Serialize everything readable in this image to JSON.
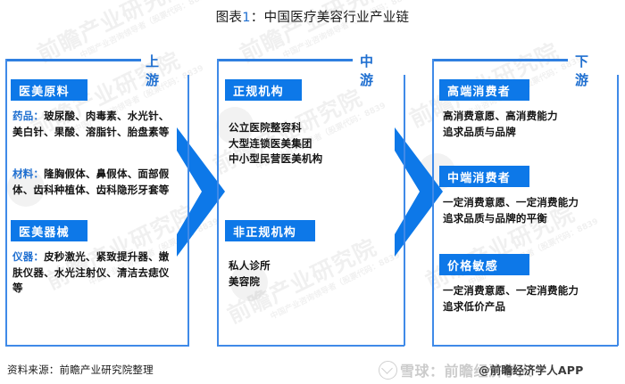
{
  "title": {
    "prefix": "图表",
    "number": "1",
    "separator": "：",
    "text": "中国医疗美容行业产业链"
  },
  "colors": {
    "accent_blue": "#0d78e8",
    "border_blue": "#2f7fe0",
    "label_blue": "#1f6fd0",
    "text_dark": "#141414"
  },
  "columns": [
    {
      "id": "upstream",
      "stage_label": "上游",
      "sections": [
        {
          "header": "医美原料",
          "blocks": [
            {
              "label": "药品：",
              "text": "玻尿酸、肉毒素、水光针、美白针、果酸、溶脂针、胎盘素等"
            },
            {
              "label": "材料：",
              "text": "隆胸假体、鼻假体、面部假体、齿科种植体、齿科隐形牙套等"
            }
          ]
        },
        {
          "header": "医美器械",
          "blocks": [
            {
              "label": "仪器：",
              "text": "皮秒激光、紧致提升器、嫩肤仪器、水光注射仪、清洁去痣仪等"
            }
          ]
        }
      ]
    },
    {
      "id": "midstream",
      "stage_label": "中游",
      "sections": [
        {
          "header": "正规机构",
          "blocks": [
            {
              "label": "",
              "text": "公立医院整容科\n大型连锁医美集团\n中小型民营医美机构"
            }
          ]
        },
        {
          "header": "非正规机构",
          "blocks": [
            {
              "label": "",
              "text": "私人诊所\n美容院"
            }
          ]
        }
      ]
    },
    {
      "id": "downstream",
      "stage_label": "下游",
      "sections": [
        {
          "header": "高端消费者",
          "blocks": [
            {
              "label": "",
              "text": "高消费意愿、高消费能力\n追求品质与品牌"
            }
          ]
        },
        {
          "header": "中端消费者",
          "blocks": [
            {
              "label": "",
              "text": "一定消费意愿、一定消费能力\n追求品质与品牌的平衡"
            }
          ]
        },
        {
          "header": "价格敏感",
          "blocks": [
            {
              "label": "",
              "text": "一定消费意愿、一定消费能力\n追求低价产品"
            }
          ]
        }
      ]
    }
  ],
  "arrows": [
    {
      "name": "arrow-upstream-to-midstream"
    },
    {
      "name": "arrow-midstream-to-downstream"
    }
  ],
  "footer": {
    "source": "资料来源：前瞻产业研究院整理",
    "watermark_xueqiu": "雪球：前瞻经济学人",
    "app_tag": "@前瞻经济学人APP"
  },
  "background_watermark": {
    "big": "前瞻产业研究院",
    "small": "中国产业咨询领导者（股票代码：8839"
  }
}
